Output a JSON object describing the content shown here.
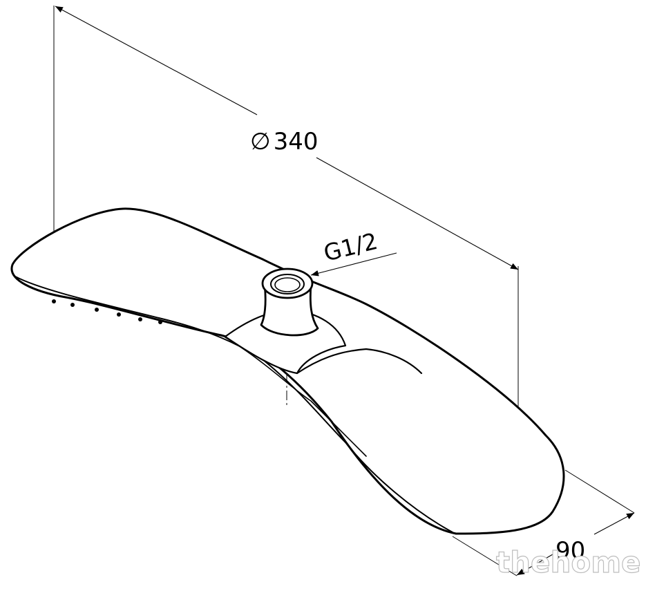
{
  "dimensions": {
    "diameter_symbol": "∅",
    "diameter_value": "340",
    "thread": "G1/2",
    "depth": "90"
  },
  "watermark": "thehome",
  "colors": {
    "line": "#000000",
    "background": "#ffffff",
    "watermark_stroke": "#bdbdbd"
  }
}
